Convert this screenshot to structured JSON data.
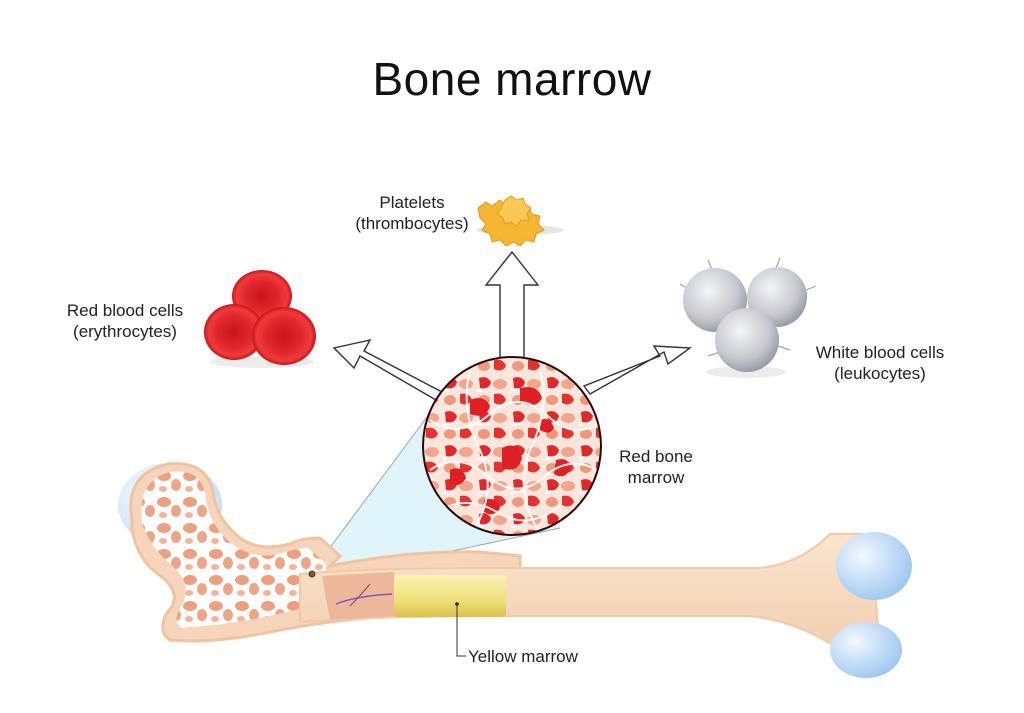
{
  "title": "Bone marrow",
  "labels": {
    "platelets": {
      "line1": "Platelets",
      "line2": "(thrombocytes)"
    },
    "red_blood_cells": {
      "line1": "Red blood cells",
      "line2": "(erythrocytes)"
    },
    "white_blood_cells": {
      "line1": "White blood cells",
      "line2": "(leukocytes)"
    },
    "red_bone_marrow": {
      "line1": "Red bone",
      "line2": "marrow"
    },
    "yellow_marrow": "Yellow marrow"
  },
  "colors": {
    "bone": "#f8dcc4",
    "bone_edge": "#eec4a4",
    "cartilage": "#b9d8f5",
    "red_marrow": "#e8262a",
    "marrow_tissue": "#f3b8a0",
    "yellow_marrow": "#f1e27a",
    "platelet": "#f7b733",
    "leukocyte": "#c9ccd2",
    "zoom_cone": "#dff4fb"
  }
}
